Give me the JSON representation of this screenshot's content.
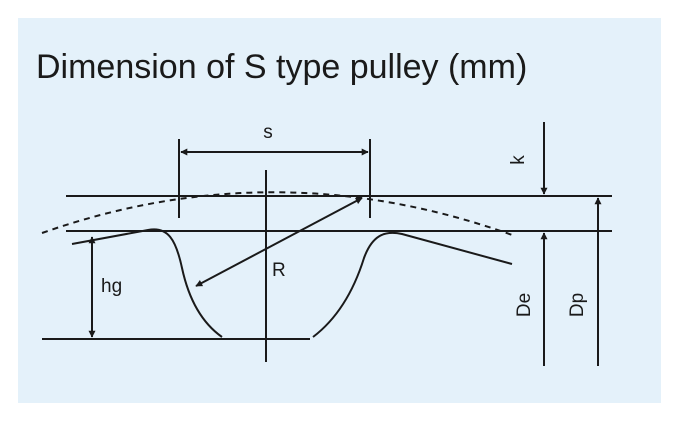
{
  "title": "Dimension of S type pulley (mm)",
  "labels": {
    "s": "s",
    "k": "k",
    "hg": "hg",
    "R": "R",
    "De": "De",
    "Dp": "Dp"
  },
  "colors": {
    "panel_background": "#e4f1fa",
    "line": "#1a1a1a"
  }
}
